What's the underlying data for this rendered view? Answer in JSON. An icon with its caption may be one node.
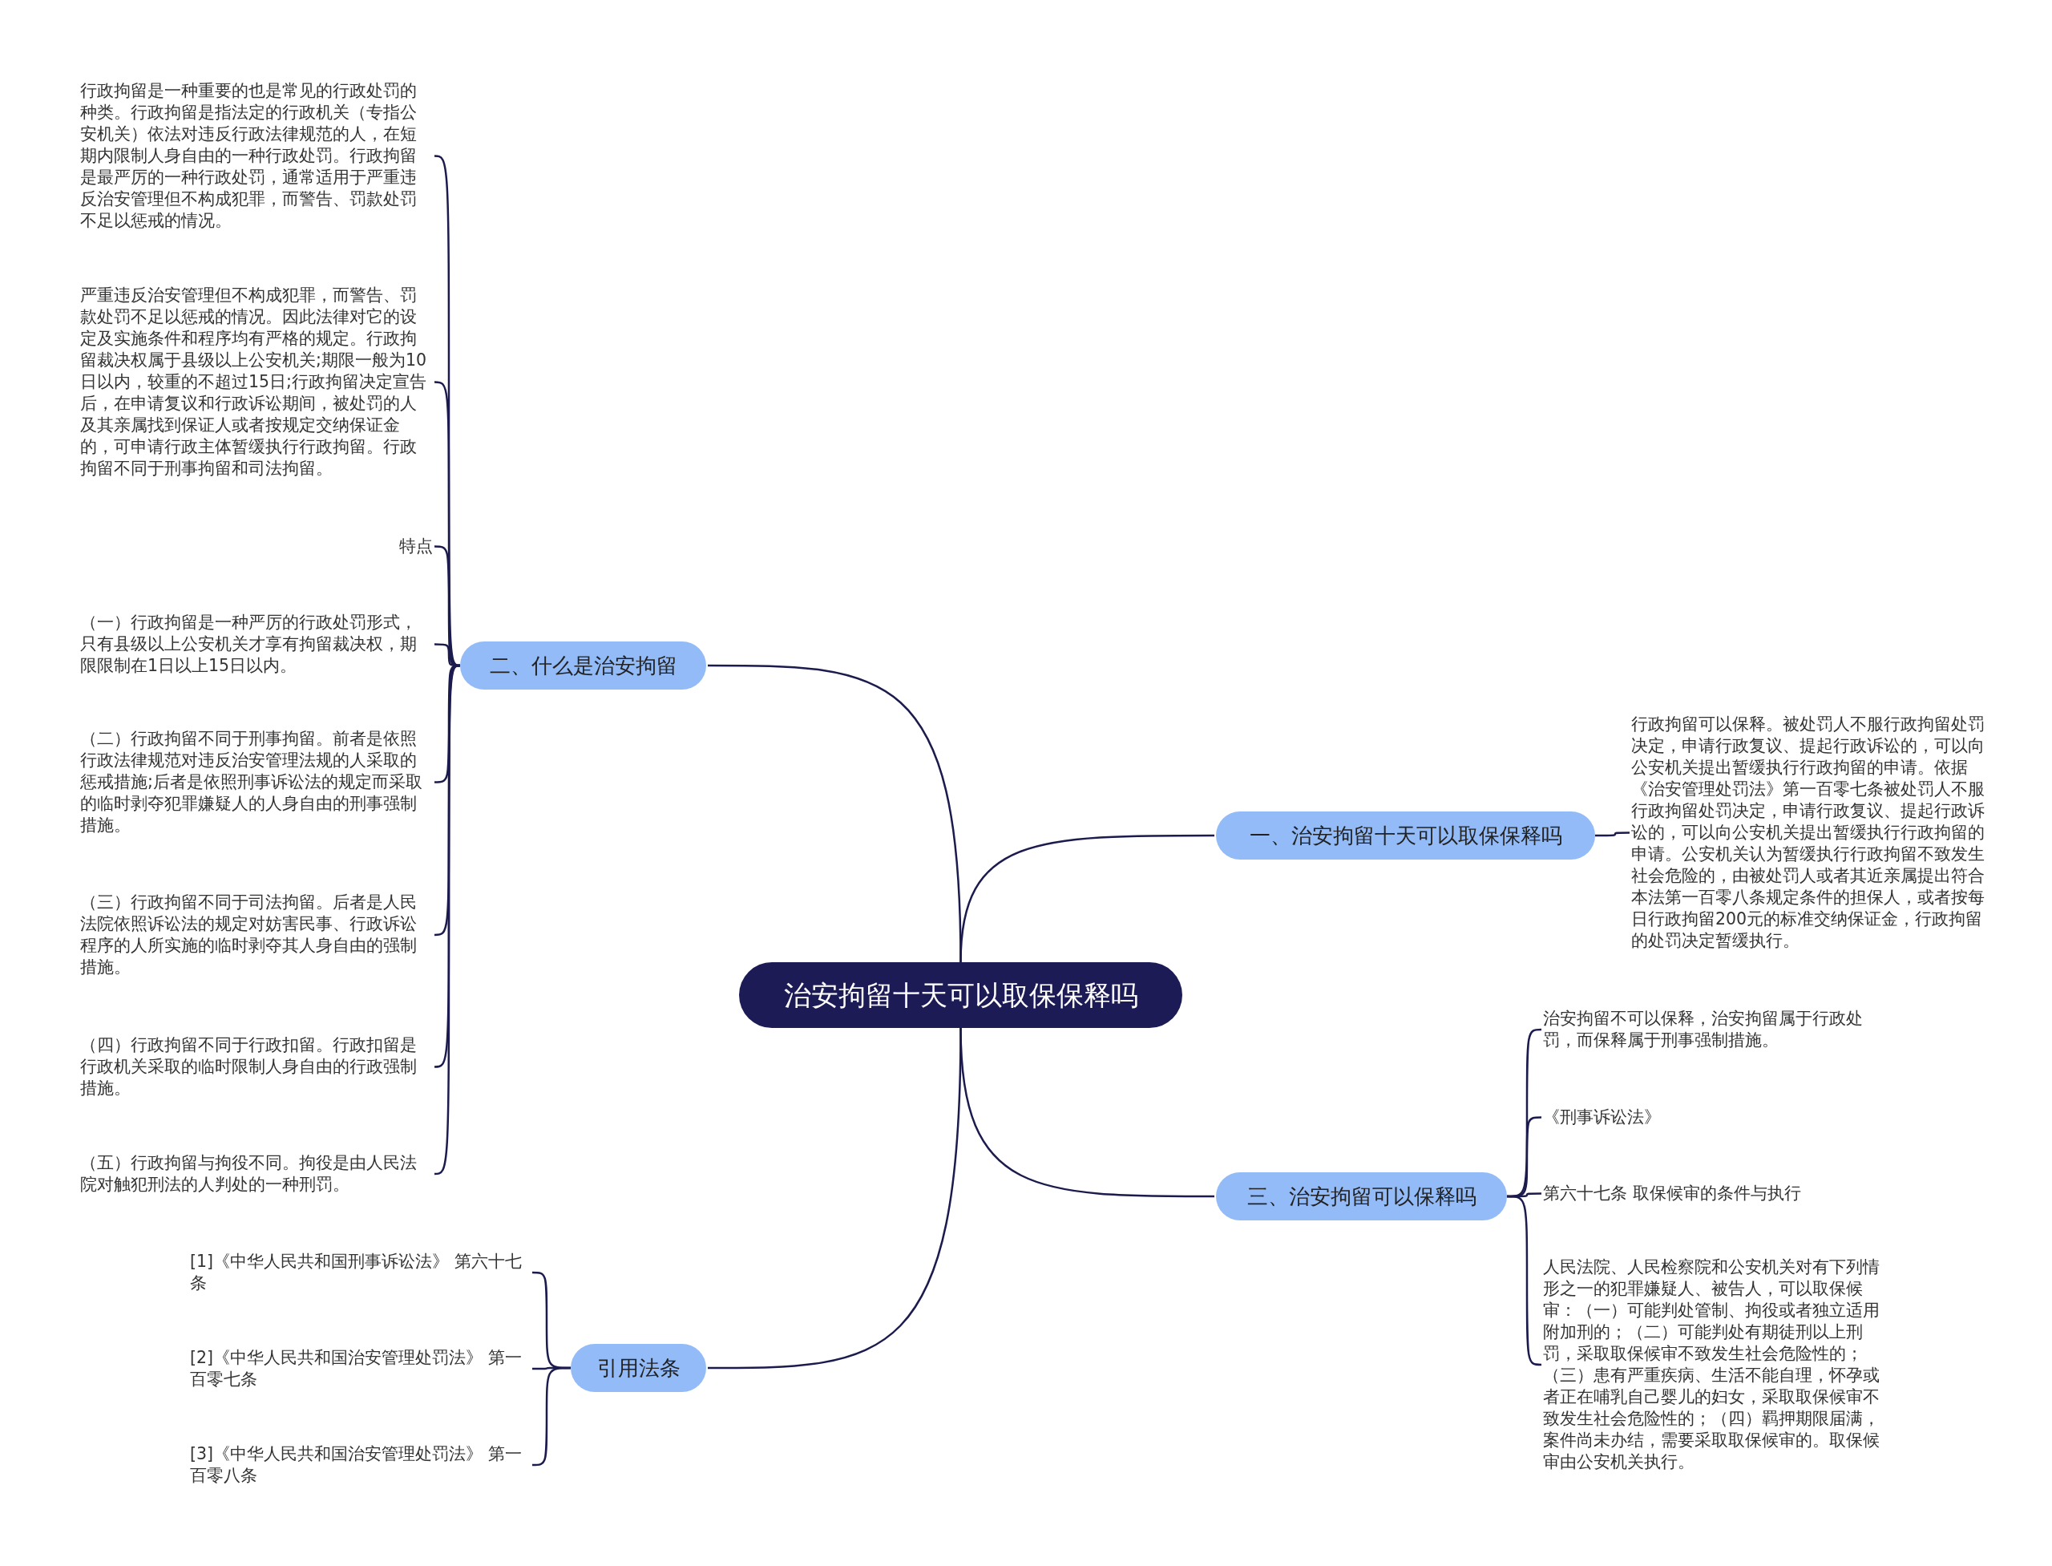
{
  "diagram": {
    "nodes": [
      {
        "text": [
          "治安拘留十天可以取保保释吗"
        ]
      },
      {
        "text": [
          "一、治安拘留十天可以取保保释吗"
        ]
      },
      {
        "text": [
          "行政拘留可以保释。被处罚人不服行政拘留处罚决定，申请行政复议、提起行政诉讼的，可以向公安机关提出暂缓执行行政拘留的申请。依据《治安管理处罚法》第一百零七条被处罚人不服行政拘留处罚决定，申请行政复议、提起行政诉讼的，可以向公安机关提出暂缓执行行政拘留的申请。公安机关认为暂缓执行行政拘留不致发生社会危险的，由被处罚人或者其近亲属提出符合本法第一百零八条规定条件的担保人，或者按每日行政拘留200元的标准交纳保证金，行政拘留的处罚决定暂缓执行。"
        ]
      },
      {
        "text": [
          "二、什么是治安拘留"
        ]
      },
      {
        "text": [
          "行政拘留是一种重要的也是常见的行政处罚的种类。行政拘留是指法定的行政机关（专指公安机关）依法对违反行政法律规范的人，在短期内限制人身自由的一种行政处罚。行政拘留是最严厉的一种行政处罚，通常适用于严重违反治安管理但不构成犯罪，而警告、罚款处罚不足以惩戒的情况。"
        ]
      },
      {
        "text": [
          "严重违反治安管理但不构成犯罪，而警告、罚款处罚不足以惩戒的情况。因此法律对它的设定及实施条件和程序均有严格的规定。行政拘留裁决权属于县级以上公安机关;期限一般为10日以内，较重的不超过15日;行政拘留决定宣告后，在申请复议和行政诉讼期间，被处罚的人及其亲属找到保证人或者按规定交纳保证金的，可申请行政主体暂缓执行行政拘留。行政拘留不同于刑事拘留和司法拘留。"
        ]
      },
      {
        "text": [
          "特点"
        ]
      },
      {
        "text": [
          "（一）行政拘留是一种严厉的行政处罚形式，只有县级以上公安机关才享有拘留裁决权，期限限制在1日以上15日以内。"
        ]
      },
      {
        "text": [
          "（二）行政拘留不同于刑事拘留。前者是依照行政法律规范对违反治安管理法规的人采取的惩戒措施;后者是依照刑事诉讼法的规定而采取的临时剥夺犯罪嫌疑人的人身自由的刑事强制措施。"
        ]
      },
      {
        "text": [
          "（三）行政拘留不同于司法拘留。后者是人民法院依照诉讼法的规定对妨害民事、行政诉讼程序的人所实施的临时剥夺其人身自由的强制措施。"
        ]
      },
      {
        "text": [
          "（四）行政拘留不同于行政扣留。行政扣留是行政机关采取的临时限制人身自由的行政强制措施。"
        ]
      },
      {
        "text": [
          "（五）行政拘留与拘役不同。拘役是由人民法院对触犯刑法的人判处的一种刑罚。"
        ]
      },
      {
        "text": [
          "三、治安拘留可以保释吗"
        ]
      },
      {
        "text": [
          "治安拘留不可以保释，治安拘留属于行政处罚，而保释属于刑事强制措施。"
        ]
      },
      {
        "text": [
          "《刑事诉讼法》"
        ]
      },
      {
        "text": [
          "第六十七条 取保候审的条件与执行"
        ]
      },
      {
        "text": [
          "人民法院、人民检察院和公安机关对有下列情形之一的犯罪嫌疑人、被告人，可以取保候审：（一）可能判处管制、拘役或者独立适用附加刑的；（二）可能判处有期徒刑以上刑罚，采取取保候审不致发生社会危险性的；（三）患有严重疾病、生活不能自理，怀孕或者正在哺乳自己婴儿的妇女，采取取保候审不致发生社会危险性的；（四）羁押期限届满，案件尚未办结，需要采取取保候审的。取保候审由公安机关执行。"
        ]
      },
      {
        "text": [
          "引用法条"
        ]
      },
      {
        "text": [
          "[1]《中华人民共和国刑事诉讼法》 第六十七条"
        ]
      },
      {
        "text": [
          "[2]《中华人民共和国治安管理处罚法》 第一百零七条"
        ]
      },
      {
        "text": [
          "[3]《中华人民共和国治安管理处罚法》 第一百零八条"
        ]
      }
    ],
    "edges": [
      {
        "from": 0,
        "to": 1,
        "arrow": "none"
      },
      {
        "from": 1,
        "to": 2,
        "arrow": "none"
      },
      {
        "from": 0,
        "to": 3,
        "arrow": "none"
      },
      {
        "from": 3,
        "to": 4,
        "arrow": "none"
      },
      {
        "from": 3,
        "to": 5,
        "arrow": "none"
      },
      {
        "from": 3,
        "to": 6,
        "arrow": "none"
      },
      {
        "from": 3,
        "to": 7,
        "arrow": "none"
      },
      {
        "from": 3,
        "to": 8,
        "arrow": "none"
      },
      {
        "from": 3,
        "to": 9,
        "arrow": "none"
      },
      {
        "from": 3,
        "to": 10,
        "arrow": "none"
      },
      {
        "from": 3,
        "to": 11,
        "arrow": "none"
      },
      {
        "from": 0,
        "to": 12,
        "arrow": "none"
      },
      {
        "from": 12,
        "to": 13,
        "arrow": "none"
      },
      {
        "from": 12,
        "to": 14,
        "arrow": "none"
      },
      {
        "from": 12,
        "to": 15,
        "arrow": "none"
      },
      {
        "from": 12,
        "to": 16,
        "arrow": "none"
      },
      {
        "from": 0,
        "to": 17,
        "arrow": "none"
      },
      {
        "from": 17,
        "to": 18,
        "arrow": "none"
      },
      {
        "from": 17,
        "to": 19,
        "arrow": "none"
      },
      {
        "from": 17,
        "to": 20,
        "arrow": "none"
      }
    ]
  }
}
